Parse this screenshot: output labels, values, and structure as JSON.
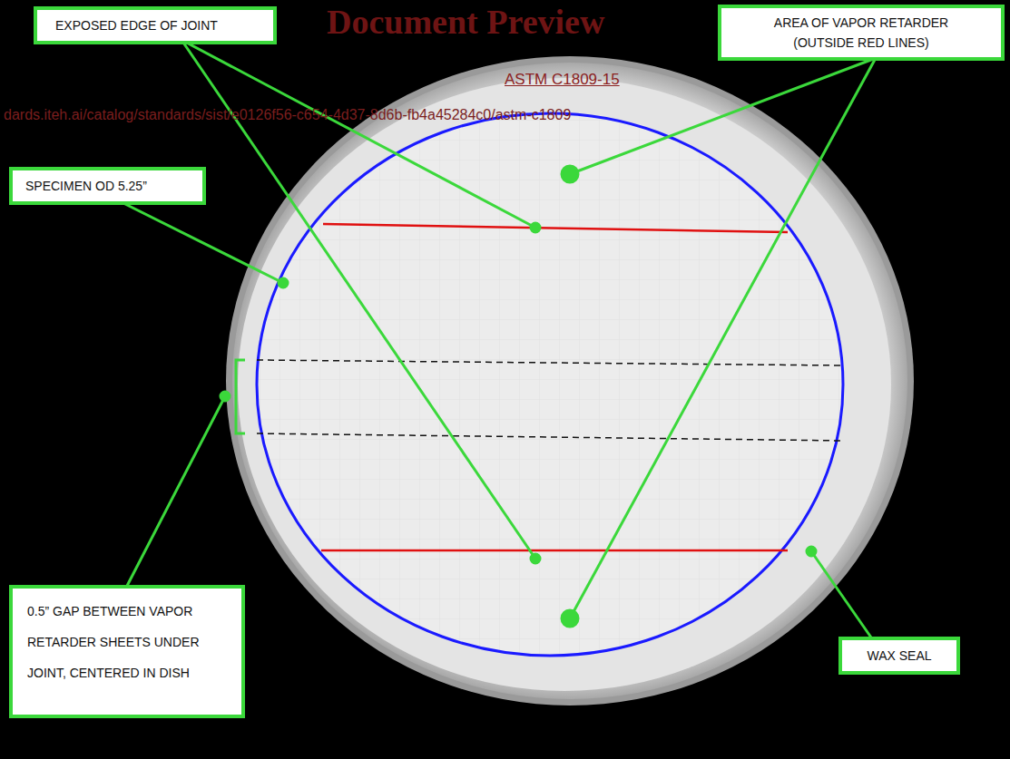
{
  "diagram": {
    "nodes": [
      {
        "text": [
          "EXPOSED EDGE OF JOINT"
        ]
      },
      {
        "text": [
          "AREA OF VAPOR RETARDER (OUTSIDE RED LINES)"
        ]
      },
      {
        "text": [
          "SPECIMEN OD 5.25”"
        ]
      },
      {
        "text": [
          "0.5” GAP BETWEEN VAPOR RETARDER SHEETS UNDER JOINT, CENTERED IN DISH"
        ]
      },
      {
        "text": [
          "WAX SEAL"
        ]
      }
    ],
    "labels": [
      "Document Preview",
      "ASTM C1809-15",
      "dards.iteh.ai/catalog/standards/sist/e0126f56-c654-4d37-8d6b-fb4a45284c0/astm-c1809"
    ]
  }
}
